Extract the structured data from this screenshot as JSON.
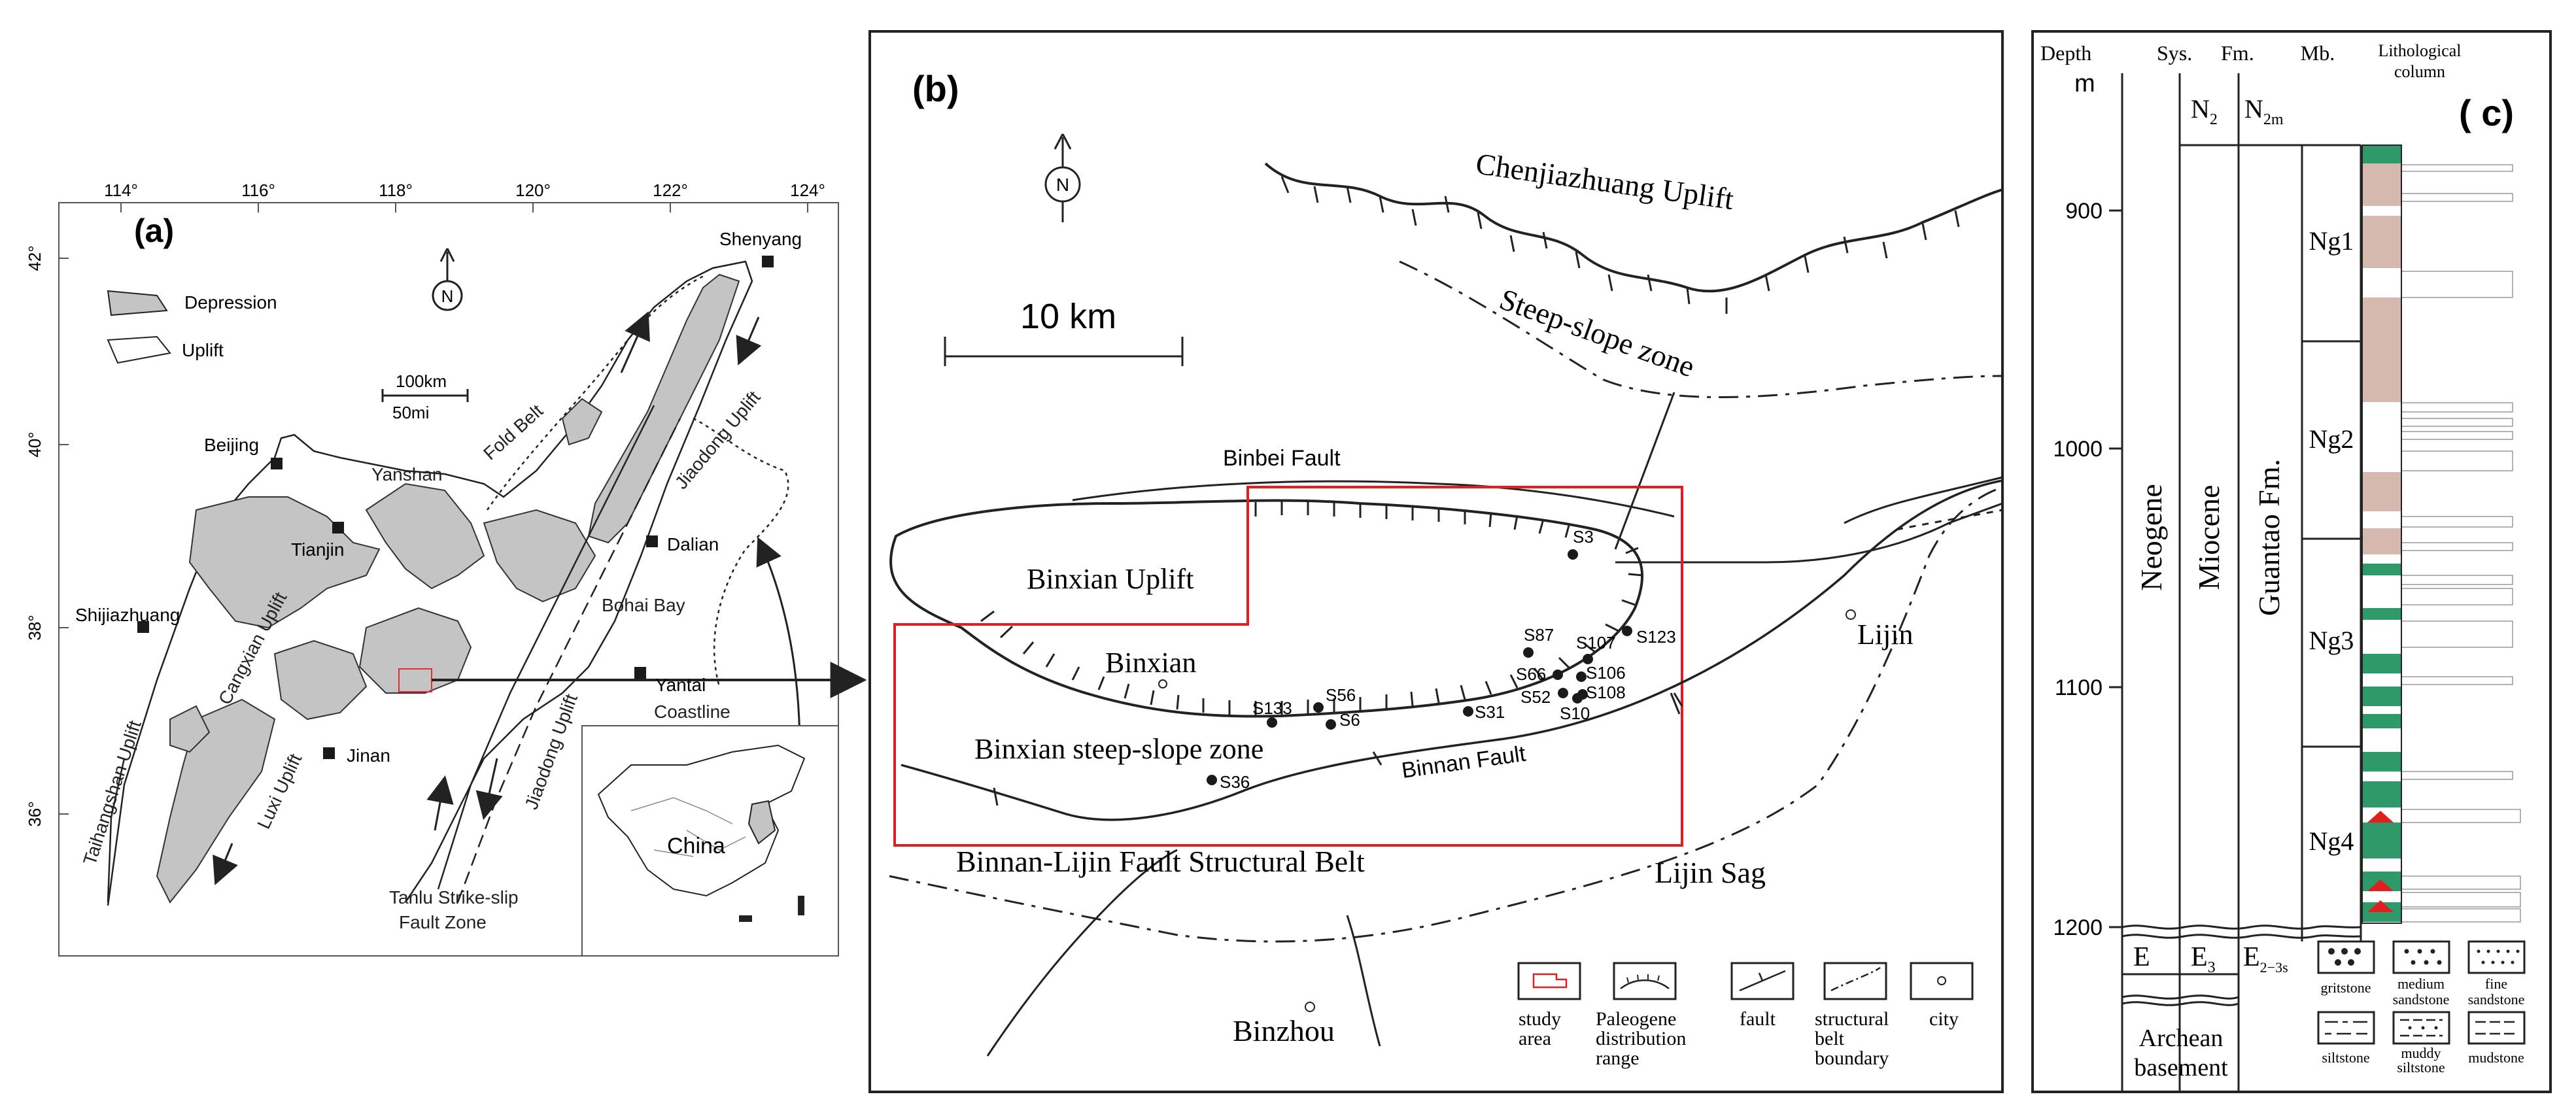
{
  "panel_a": {
    "label": "(a)",
    "lon_ticks": [
      "114°",
      "116°",
      "118°",
      "120°",
      "122°",
      "124°"
    ],
    "lat_ticks": [
      "42°",
      "40°",
      "38°",
      "36°"
    ],
    "legend": {
      "depression": "Depression",
      "uplift": "Uplift"
    },
    "north": "N",
    "scale_km": "100km",
    "scale_mi": "50mi",
    "cities": {
      "shenyang": "Shenyang",
      "beijing": "Beijing",
      "tianjin": "Tianjin",
      "dalian": "Dalian",
      "shijiazhuang": "Shijiazhuang",
      "yantai": "Yantai",
      "jinan": "Jinan"
    },
    "labels": {
      "yanshan": "Yanshan",
      "fold_belt": "Fold Belt",
      "jiaodong_uplift": "Jiaodong Uplift",
      "bohai_bay": "Bohai Bay",
      "coastline": "Coastline",
      "taihangshan": "Taihangshan Uplift",
      "cangxian": "Cangxian Uplift",
      "luxi": "Luxi Uplift",
      "jiaodong_uplift_2": "Jiaodong Uplift",
      "tanlu_1": "Tanlu Strike-slip",
      "tanlu_2": "Fault Zone",
      "china": "China"
    }
  },
  "panel_b": {
    "label": "(b)",
    "north": "N",
    "scale": "10 km",
    "labels": {
      "chenjiazhuang": "Chenjiazhuang Uplift",
      "steep_slope": "Steep-slope  zone",
      "binbei": "Binbei Fault",
      "binxian_uplift": "Binxian Uplift",
      "binxian": "Binxian",
      "binxian_steep": "Binxian steep-slope zone",
      "binnan_fault": "Binnan Fault",
      "binnan_lijin": "Binnan-Lijin Fault Structural Belt",
      "lijin_sag": "Lijin Sag",
      "lijin": "Lijin",
      "binzhou": "Binzhou"
    },
    "wells": {
      "s3": "S3",
      "s87": "S87",
      "s107": "S107",
      "s123": "S123",
      "s66": "S66",
      "s106": "S106",
      "s52": "S52",
      "s108": "S108",
      "s10": "S10",
      "s133": "S133",
      "s56": "S56",
      "s6": "S6",
      "s31": "S31",
      "s36": "S36"
    },
    "legend": {
      "study_1": "study",
      "study_2": "area",
      "paleo_1": "Paleogene",
      "paleo_2": "distribution",
      "paleo_3": "range",
      "fault": "fault",
      "belt_1": "structural",
      "belt_2": "belt",
      "belt_3": "boundary",
      "city": "city"
    }
  },
  "panel_c": {
    "label": "( c)",
    "headers": {
      "depth": "Depth",
      "unit": "m",
      "sys": "Sys.",
      "fm": "Fm.",
      "mb": "Mb.",
      "litho_1": "Lithological",
      "litho_2": "column"
    },
    "depth_ticks": [
      "900",
      "1000",
      "1100",
      "1200"
    ],
    "top": {
      "n2": "N",
      "n2_sub": "2",
      "n2m": "N",
      "n2m_sub": "2m"
    },
    "system": "Neogene",
    "series": "Miocene",
    "formation": "Guantao Fm.",
    "members": [
      "Ng1",
      "Ng2",
      "Ng3",
      "Ng4"
    ],
    "bottom": {
      "e": "E",
      "e3": "E",
      "e3_sub": "3",
      "e23s": "E",
      "e23s_sub": "2−3s",
      "archean_1": "Archean",
      "archean_2": "basement"
    },
    "legend": {
      "gritstone": "gritstone",
      "medium_1": "medium",
      "medium_2": "sandstone",
      "fine_1": "fine",
      "fine_2": "sandstone",
      "siltstone": "siltstone",
      "muddy_1": "muddy",
      "muddy_2": "siltstone",
      "mudstone": "mudstone"
    },
    "colors": {
      "mudstone": "#d5b8ae",
      "green": "#2e9a6a",
      "red": "#e02020"
    }
  }
}
